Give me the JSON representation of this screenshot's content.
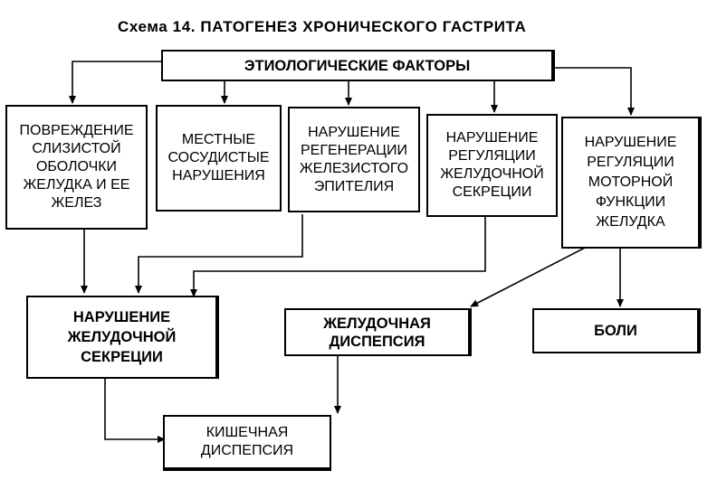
{
  "title": "Схема 14. ПАТОГЕНЕЗ ХРОНИЧЕСКОГО ГАСТРИТА",
  "nodes": {
    "etiology": "ЭТИОЛОГИЧЕСКИЕ ФАКТОРЫ",
    "mucosa_damage": "ПОВРЕЖДЕНИЕ\nСЛИЗИСТОЙ\nОБОЛОЧКИ\nЖЕЛУДКА И ЕЕ\nЖЕЛЕЗ",
    "local_vascular": "МЕСТНЫЕ\nСОСУДИСТЫЕ\nНАРУШЕНИЯ",
    "regeneration": "НАРУШЕНИЕ\nРЕГЕНЕРАЦИИ\nЖЕЛЕЗИСТОГО\nЭПИТЕЛИЯ",
    "secretion_regulation": "НАРУШЕНИЕ\nРЕГУЛЯЦИИ\nЖЕЛУДОЧНОЙ\nСЕКРЕЦИИ",
    "motor_regulation": "НАРУШЕНИЕ\nРЕГУЛЯЦИИ\nМОТОРНОЙ\nФУНКЦИИ\nЖЕЛУДКА",
    "secretion_disorder": "НАРУШЕНИЕ\nЖЕЛУДОЧНОЙ\nСЕКРЕЦИИ",
    "gastric_dyspepsia": "ЖЕЛУДОЧНАЯ\nДИСПЕПСИЯ",
    "pain": "БОЛИ",
    "intestinal_dyspepsia": "КИШЕЧНАЯ\nДИСПЕПСИЯ"
  }
}
